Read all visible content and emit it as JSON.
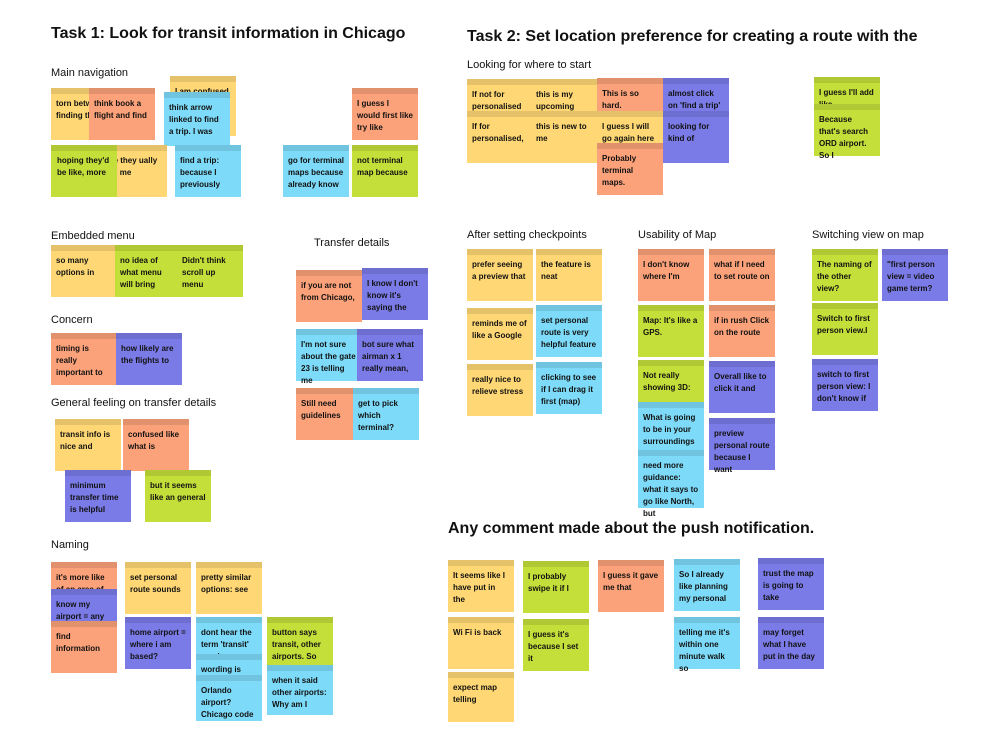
{
  "titles": {
    "task1": "Task 1: Look for transit information in Chicago",
    "task2": "Task 2: Set location preference for creating a route with the",
    "push": "Any comment made about the push notification."
  },
  "labels": {
    "main_navigation": "Main navigation",
    "embedded_menu": "Embedded menu",
    "concern": "Concern",
    "general_feeling": "General feeling on transfer details",
    "naming": "Naming",
    "transfer_details": "Transfer details",
    "looking_start": "Looking for where to start",
    "after_checkpoints": "After setting checkpoints",
    "usability_map": "Usability of Map",
    "switching_view": "Switching view on map"
  },
  "colors": {
    "yellow": "#ffd875",
    "orange": "#fca27a",
    "blue": "#7b7be8",
    "cyan": "#7ddbf9",
    "green": "#c5df3a"
  },
  "notes": {
    "mn1": "I am confused",
    "mn2": "torn between finding the",
    "mn3": "think book a flight and find",
    "mn4": "think arrow linked to find a trip. I was",
    "mn5": "I guess I would first like try like",
    "mn6": "hoping they'd be like, more",
    "mn7": "ere they ually tell me",
    "mn8": "find a trip: because I previously",
    "mn9": "go for terminal maps because already know",
    "mn10": "not terminal map because",
    "em1": "so many options in",
    "em2": "no idea of what menu will bring",
    "em3": "Didn't think scroll up menu",
    "co1": "timing is really important to",
    "co2": "how likely are the flights to",
    "gf1": "transit info is nice and",
    "gf2": "confused like what is",
    "gf3": "minimum transfer time is helpful",
    "gf4": "but it seems like an general",
    "na1": "it's more like of an area of the",
    "na2": "know my airport = any",
    "na3": "find information",
    "na4": "set personal route sounds",
    "na5": "pretty similar options: see",
    "na6": "home airport = where i am based?",
    "na7": "dont hear the term 'transit' much",
    "na8": "wording is",
    "na9": "Orlando airport? Chicago code",
    "na10": "button says transit, other airports. So I'm",
    "na11": "when it said other airports: Why am I",
    "td1": "if you are not from Chicago,",
    "td2": "I know I don't know it's saying the",
    "td3": "I'm not sure about the gate 23 is telling me",
    "td4": "bot sure what airman x 1 really mean,",
    "td5": "Still need guidelines",
    "td6": "get to pick which terminal?",
    "ls1": "If not for personalised =",
    "ls2": "this is my upcoming",
    "ls3": "This is so hard.",
    "ls4": "almost click on 'find a trip'",
    "ls5": "If for personalised,",
    "ls6": "this is new to me",
    "ls7": "I guess I will go again here",
    "ls8": "looking for kind of",
    "ls9": "Probably terminal maps.",
    "ls10": "I guess I'll add like",
    "ls11": "Because that's search ORD airport. So I",
    "ac1": "prefer seeing a preview that",
    "ac2": "the feature is neat",
    "ac3": "reminds me of like a Google",
    "ac4": "set personal route is very helpful feature",
    "ac5": "really nice to relieve stress",
    "ac6": "clicking to see if I can drag it first (map)",
    "um1": "I don't know where I'm",
    "um2": "what if I need to set route on",
    "um3": "Map: It's like a GPS.",
    "um4": "if in rush Click on the route",
    "um5": "Not really showing 3D:",
    "um6": "Overall like to click it and",
    "um7": "What is going to be in your surroundings",
    "um8": "preview personal route because I want",
    "um9": "need more guidance: what it says to go like North, but",
    "sv1": "The naming of the other view?",
    "sv2": "\"first person view = video game term?",
    "sv3": "Switch to first person view.I",
    "sv4": "switch to first person view: I don't know if",
    "pn1": "It seems like I have put in the",
    "pn2": "I probably swipe it if I",
    "pn3": "I guess it gave me that",
    "pn4": "So I already like planning my personal",
    "pn5": "trust the map is going to take",
    "pn6": "Wi Fi is back",
    "pn7": "I guess it's because I set it",
    "pn8": "telling me it's within one minute walk so",
    "pn9": "may forget what I have put in the day",
    "pn10": "expect map telling"
  }
}
